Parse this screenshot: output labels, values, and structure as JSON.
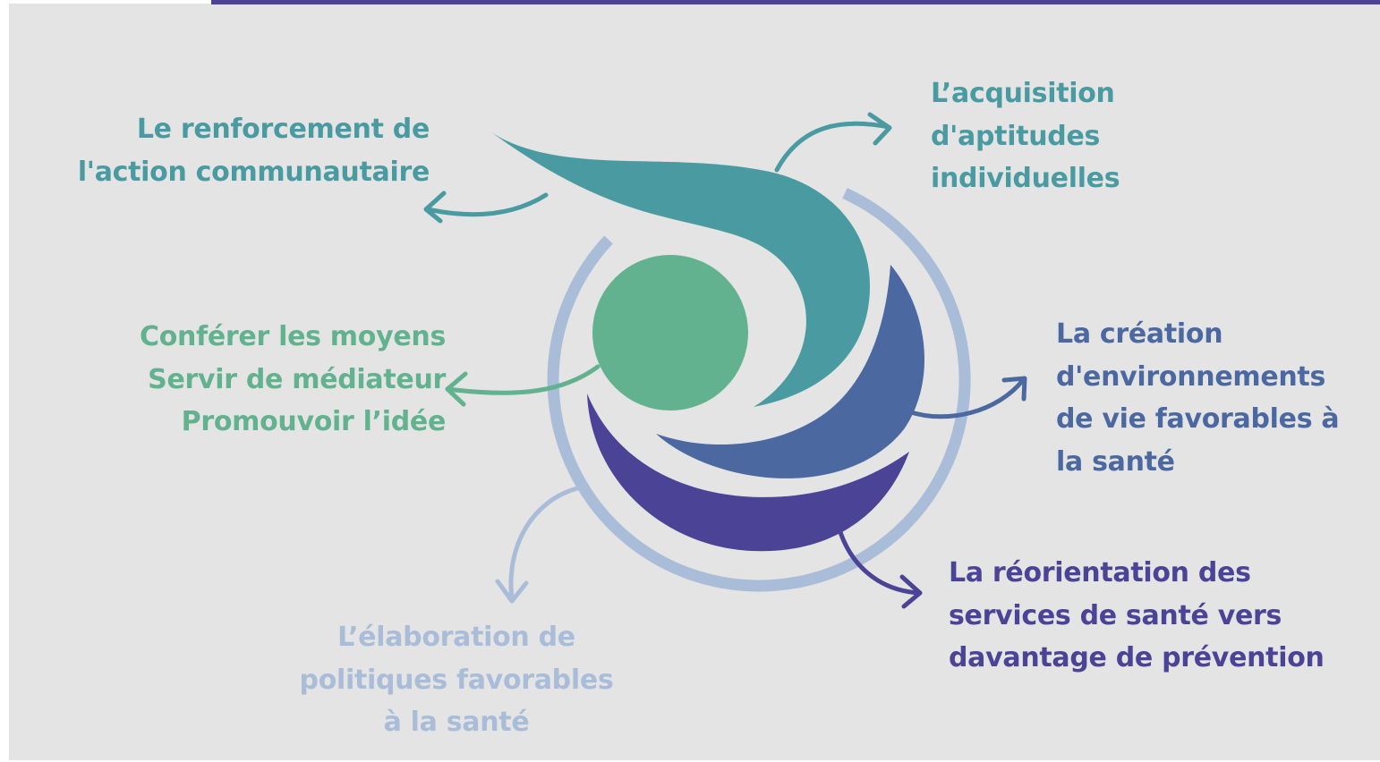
{
  "colors": {
    "background": "#e4e4e4",
    "top_bar": "#4b4396",
    "teal": "#4a9ba1",
    "green": "#63b28f",
    "blue": "#4b69a0",
    "indigo": "#4b4396",
    "light_blue": "#a9bcd8"
  },
  "labels": {
    "community": {
      "lines": [
        "Le renforcement de",
        "l'action communautaire"
      ]
    },
    "skills": {
      "lines": [
        "L’acquisition",
        "d'aptitudes",
        "individuelles"
      ]
    },
    "means": {
      "lines": [
        "Conférer les moyens",
        "Servir de médiateur",
        "Promouvoir l’idée"
      ]
    },
    "environments": {
      "lines": [
        "La création",
        "d'environnements",
        "de vie favorables à",
        "la santé"
      ]
    },
    "reorientation": {
      "lines": [
        "La réorientation des",
        "services de santé vers",
        "davantage de prévention"
      ]
    },
    "policies": {
      "lines": [
        "L’élaboration de",
        "politiques favorables",
        "à la santé"
      ]
    }
  }
}
